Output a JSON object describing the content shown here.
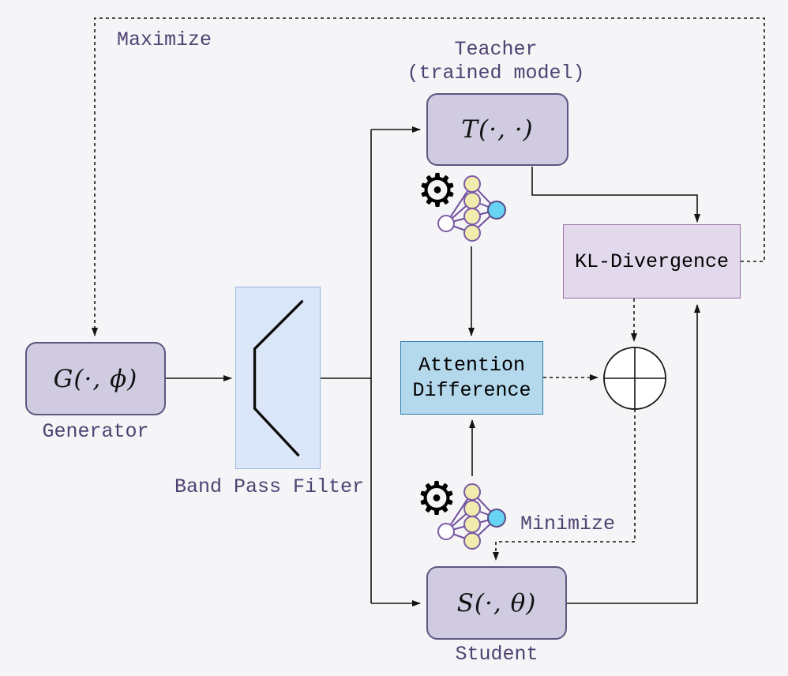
{
  "diagram": {
    "loop_labels": {
      "maximize": "Maximize",
      "minimize": "Minimize"
    },
    "generator": {
      "formula": "G(·, ϕ)",
      "caption": "Generator"
    },
    "band_pass": {
      "caption": "Band Pass Filter"
    },
    "teacher": {
      "caption_line1": "Teacher",
      "caption_line2": "(trained model)",
      "formula": "T(·, ·)"
    },
    "student": {
      "formula": "S(·, θ)",
      "caption": "Student"
    },
    "kl": {
      "label": "KL-Divergence"
    },
    "attention": {
      "line1": "Attention",
      "line2": "Difference"
    },
    "icons": {
      "gear": "⚙"
    },
    "colors": {
      "background": "#f5f4f6",
      "model_box_fill": "#d0cbe0",
      "model_box_border": "#5d5680",
      "kl_fill": "#e3d9ec",
      "kl_border": "#9673a6",
      "attention_fill": "#b4d8ec",
      "attention_border": "#2d7cac",
      "band_pass_fill": "#dbe6f9",
      "band_pass_border": "#9db3e4",
      "label_text": "#4e4272",
      "connector": "#141414",
      "nn_hidden_node": "#f1ecae",
      "nn_input_node": "#ffffff",
      "nn_output_node": "#66d4f2",
      "nn_edge": "#6f4f9b"
    }
  }
}
